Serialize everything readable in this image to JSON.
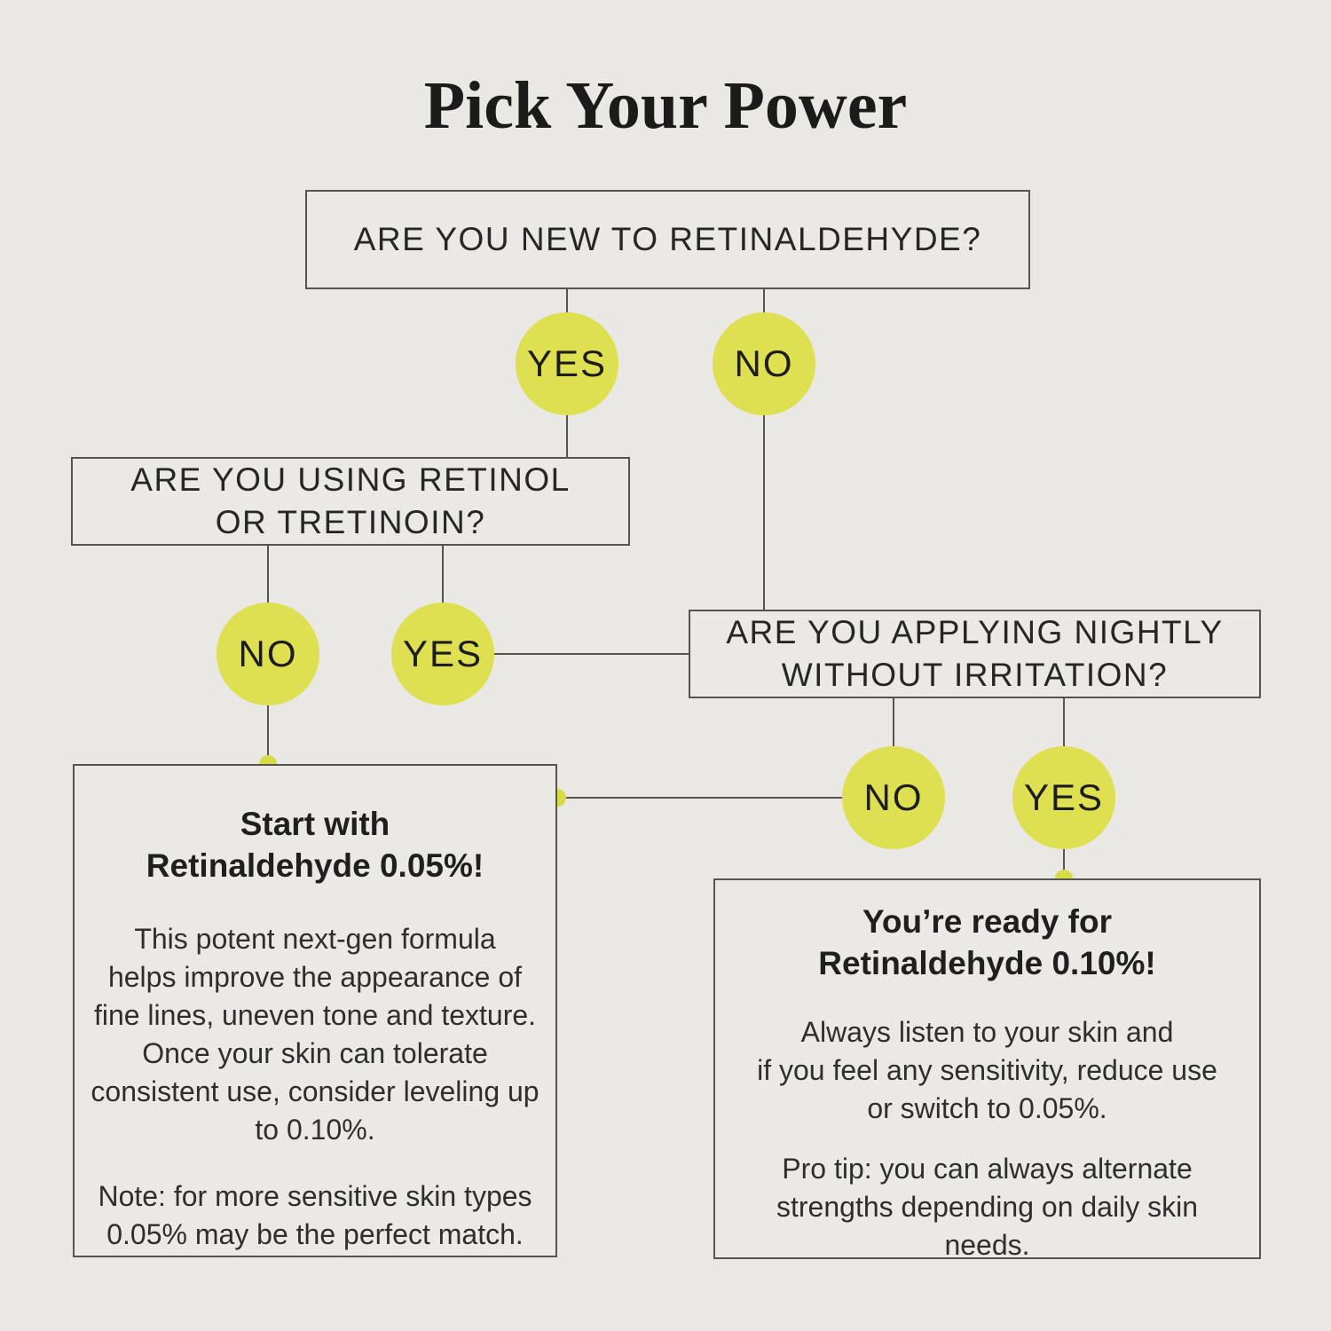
{
  "title": "Pick Your Power",
  "colors": {
    "background": "#e9e8e5",
    "node_yellow": "#dfe051",
    "junction_yellow": "#d9da48",
    "line": "#55544f",
    "text": "#262626"
  },
  "questions": {
    "q1": [
      "ARE YOU NEW TO RETINALDEHYDE?"
    ],
    "q2": [
      "ARE YOU USING RETINOL",
      "OR TRETINOIN?"
    ],
    "q3": [
      "ARE YOU APPLYING NIGHTLY",
      "WITHOUT IRRITATION?"
    ]
  },
  "answers": {
    "q1_yes": "YES",
    "q1_no": "NO",
    "q2_no": "NO",
    "q2_yes": "YES",
    "q3_no": "NO",
    "q3_yes": "YES"
  },
  "results": {
    "left": {
      "heading": [
        "Start with",
        "Retinaldehyde 0.05%!"
      ],
      "body1": [
        "This potent next-gen formula",
        "helps improve the appearance of",
        "fine lines, uneven tone and texture.",
        "Once your skin can tolerate",
        "consistent use, consider leveling up",
        "to 0.10%."
      ],
      "body2": [
        "Note: for more sensitive skin types",
        "0.05% may be the perfect match."
      ]
    },
    "right": {
      "heading": [
        "You’re ready for",
        "Retinaldehyde 0.10%!"
      ],
      "body1": [
        "Always listen to your skin and",
        "if you feel any sensitivity, reduce use",
        "or switch to 0.05%."
      ],
      "body2": [
        "Pro tip: you can always alternate",
        "strengths depending on daily skin",
        "needs."
      ]
    }
  }
}
